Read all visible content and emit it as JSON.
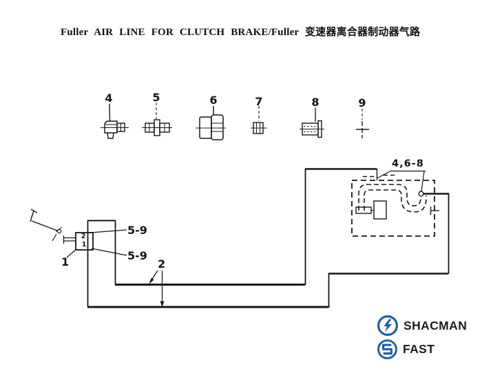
{
  "title": "Fuller AIR LINE FOR CLUTCH BRAKE/Fuller 变速器离合器制动器气路",
  "legend": {
    "parts": [
      {
        "number": "4"
      },
      {
        "number": "5"
      },
      {
        "number": "6"
      },
      {
        "number": "7"
      },
      {
        "number": "8"
      },
      {
        "number": "9"
      }
    ]
  },
  "schematic": {
    "transmission_group_label": "4,6-8",
    "hose_upper_label": "5-9",
    "hose_lower_label": "5-9",
    "pipe_label": "2",
    "valve_label": "1",
    "valve_port_top": "2",
    "valve_port_bottom": "1"
  },
  "branding": {
    "shacman_label": "SHACMAN",
    "fast_label": "FAST"
  },
  "colors": {
    "line": "#161616",
    "brand_blue": "#1d5fa6",
    "background": "#ffffff"
  }
}
